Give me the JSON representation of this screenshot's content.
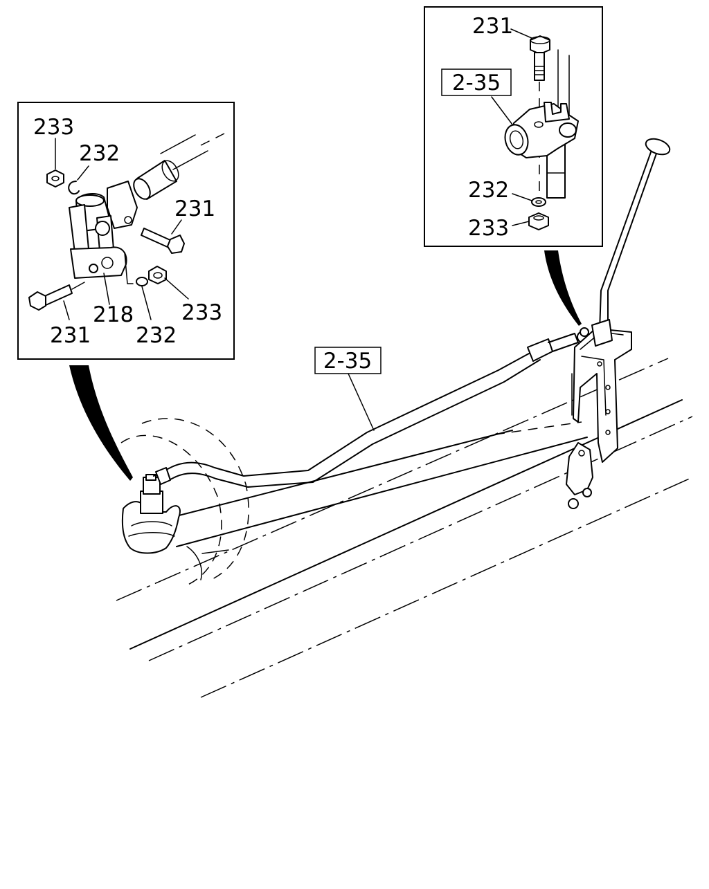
{
  "callouts": {
    "left_inset": {
      "nut_top": "233",
      "washer_top": "232",
      "bolt_right": "231",
      "bolt_left": "231",
      "joint": "218",
      "washer_bottom": "232",
      "nut_bottom": "233"
    },
    "right_inset": {
      "bolt": "231",
      "rod_ref": "2-35",
      "washer": "232",
      "nut": "233"
    },
    "main": {
      "rod_ref": "2-35"
    }
  }
}
